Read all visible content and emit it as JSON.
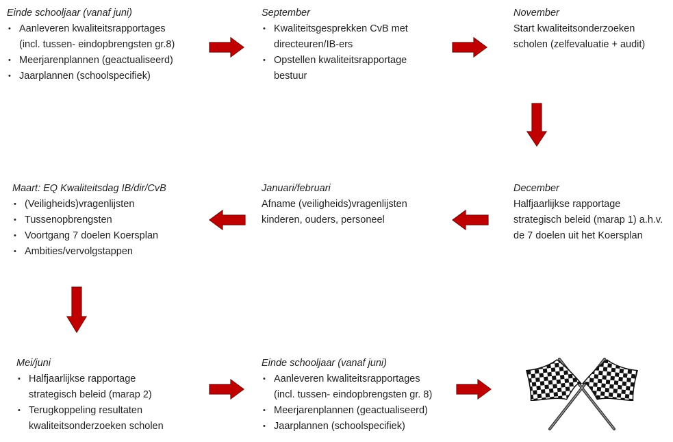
{
  "colors": {
    "arrow_fill": "#c00000",
    "arrow_stroke": "#7a0a0a",
    "text": "#1f1f1f"
  },
  "blocks": {
    "b1": {
      "title": "Einde schooljaar (vanaf juni)",
      "items": [
        "Aanleveren kwaliteitsrapportages",
        "(incl. tussen- eindopbrengsten gr.8)",
        "Meerjarenplannen (geactualiseerd)",
        "Jaarplannen (schoolspecifiek)"
      ]
    },
    "b2": {
      "title": "September",
      "items": [
        "Kwaliteitsgesprekken CvB met",
        "directeuren/IB-ers",
        "Opstellen kwaliteitsrapportage",
        "bestuur"
      ]
    },
    "b3": {
      "title": "November",
      "lines": [
        "Start kwaliteitsonderzoeken",
        "scholen (zelfevaluatie + audit)"
      ]
    },
    "b4": {
      "title": "Maart: EQ Kwaliteitsdag IB/dir/CvB",
      "items": [
        "(Veiligheids)vragenlijsten",
        "Tussenopbrengsten",
        "Voortgang 7 doelen Koersplan",
        "Ambities/vervolgstappen"
      ]
    },
    "b5": {
      "title": "Januari/februari",
      "lines": [
        "Afname (veiligheids)vragenlijsten",
        "kinderen, ouders, personeel"
      ]
    },
    "b6": {
      "title": "December",
      "lines": [
        "Halfjaarlijkse rapportage",
        "strategisch beleid (marap 1) a.h.v.",
        "de 7 doelen uit het Koersplan"
      ]
    },
    "b7": {
      "title": "Mei/juni",
      "items": [
        "Halfjaarlijkse rapportage",
        "strategisch beleid (marap 2)",
        "Terugkoppeling resultaten",
        "kwaliteitsonderzoeken scholen"
      ]
    },
    "b8": {
      "title": "Einde schooljaar (vanaf juni)",
      "items": [
        "Aanleveren kwaliteitsrapportages",
        "(incl. tussen- eindopbrengsten gr. 8)",
        "Meerjarenplannen (geactualiseerd)",
        "Jaarplannen (schoolspecifiek)"
      ]
    }
  },
  "icons": {
    "arrow": "block-arrow-icon",
    "finish": "checkered-flags-icon"
  }
}
